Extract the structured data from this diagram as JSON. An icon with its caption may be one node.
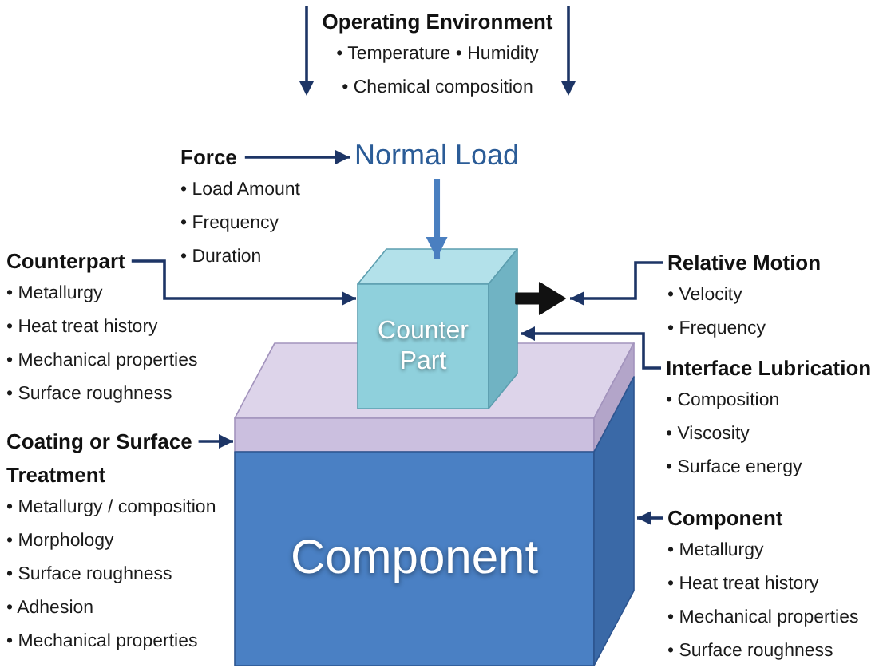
{
  "diagram": {
    "nodes": [
      {
        "text": [
          "Operating Environment",
          "• Temperature • Humidity",
          "• Chemical composition"
        ]
      },
      {
        "text": [
          "Force",
          "• Load Amount",
          "• Frequency",
          "• Duration"
        ]
      },
      {
        "text": [
          "Normal Load"
        ]
      },
      {
        "text": [
          "Counterpart",
          "• Metallurgy",
          "• Heat treat history",
          "• Mechanical properties",
          "• Surface roughness"
        ]
      },
      {
        "text": [
          "Counter Part"
        ]
      },
      {
        "text": [],
        "shape": "arrow"
      },
      {
        "text": [
          "Relative Motion",
          "• Velocity",
          "• Frequency"
        ]
      },
      {
        "text": [
          "Interface Lubrication",
          "• Composition",
          "• Viscosity",
          "• Surface energy"
        ]
      },
      {
        "text": [],
        "shape": "box"
      },
      {
        "text": [
          "Coating or Surface Treatment",
          "• Metallurgy / composition",
          "• Morphology",
          "• Surface roughness",
          "• Adhesion",
          "• Mechanical properties"
        ]
      },
      {
        "text": [
          "Component",
          "• Metallurgy",
          "• Heat treat history",
          "• Mechanical properties",
          "• Surface roughness"
        ]
      },
      {
        "text": [
          "Component"
        ]
      }
    ],
    "edges": [
      {
        "from": 1,
        "to": 2,
        "arrow": "to"
      },
      {
        "from": 2,
        "to": 4,
        "arrow": "to",
        "style": "thick",
        "color": "#4a7fc0"
      },
      {
        "from": 3,
        "to": 4,
        "arrow": "to"
      },
      {
        "from": 6,
        "to": 5,
        "arrow": "to"
      },
      {
        "from": 7,
        "to": 4,
        "arrow": "to"
      },
      {
        "from": 9,
        "to": 8,
        "arrow": "to"
      },
      {
        "from": 10,
        "to": 11,
        "arrow": "to"
      }
    ]
  }
}
